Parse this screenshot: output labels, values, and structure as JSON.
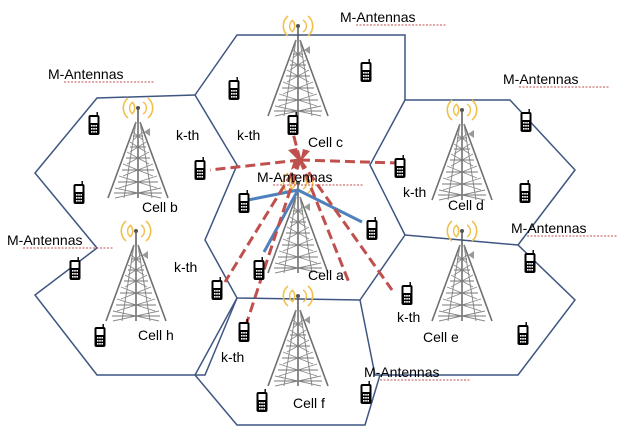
{
  "labels": {
    "antenna": "M-Antennas",
    "kth": "k-th",
    "cell_a": "Cell a",
    "cell_b": "Cell b",
    "cell_c": "Cell c",
    "cell_d": "Cell d",
    "cell_e": "Cell e",
    "cell_f": "Cell f",
    "cell_h": "Cell h"
  },
  "colors": {
    "hex_outline": "#3f5682",
    "interference_link": "#c0504d",
    "desired_link": "#4f81bd",
    "tower": "#808080",
    "phone": "#000000",
    "signal_arc": "#f0c04a"
  },
  "icons": [
    "tower-icon",
    "phone-icon",
    "signal-waves-icon"
  ]
}
